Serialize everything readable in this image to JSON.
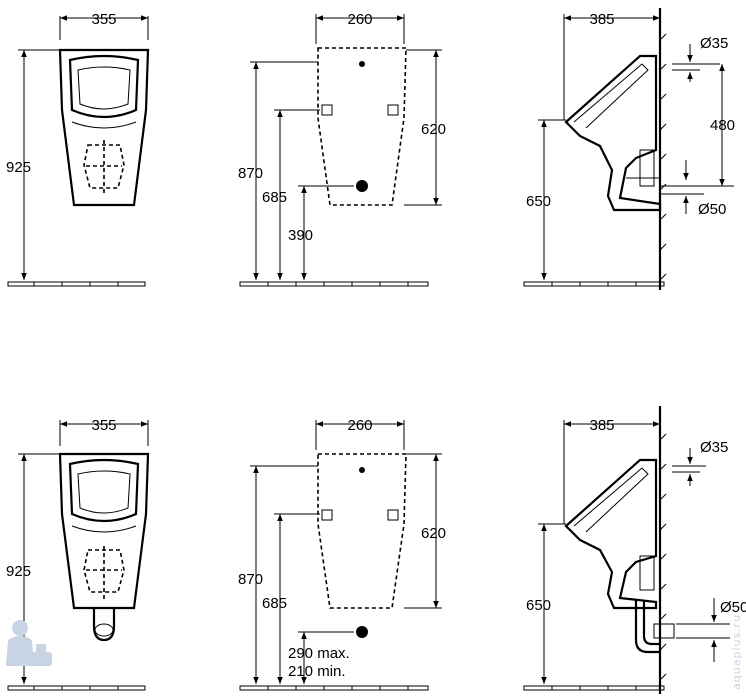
{
  "panels": {
    "top": {
      "front": {
        "width": "355",
        "height": "925"
      },
      "back": {
        "width": "260",
        "height_total": "870",
        "height_upper": "620",
        "height_mid": "685",
        "height_low": "390"
      },
      "side": {
        "depth": "385",
        "diameter_inlet": "Ø35",
        "inlet_drop": "480",
        "rim_height": "650",
        "diameter_outlet": "Ø50"
      }
    },
    "bottom": {
      "front": {
        "width": "355",
        "height": "925"
      },
      "back": {
        "width": "260",
        "height_total": "870",
        "height_upper": "620",
        "height_mid": "685",
        "drain_max": "290 max.",
        "drain_min": "210 min."
      },
      "side": {
        "depth": "385",
        "diameter_inlet": "Ø35",
        "rim_height": "650",
        "diameter_outlet": "Ø50"
      }
    }
  },
  "watermark": "aquaplus.ru"
}
